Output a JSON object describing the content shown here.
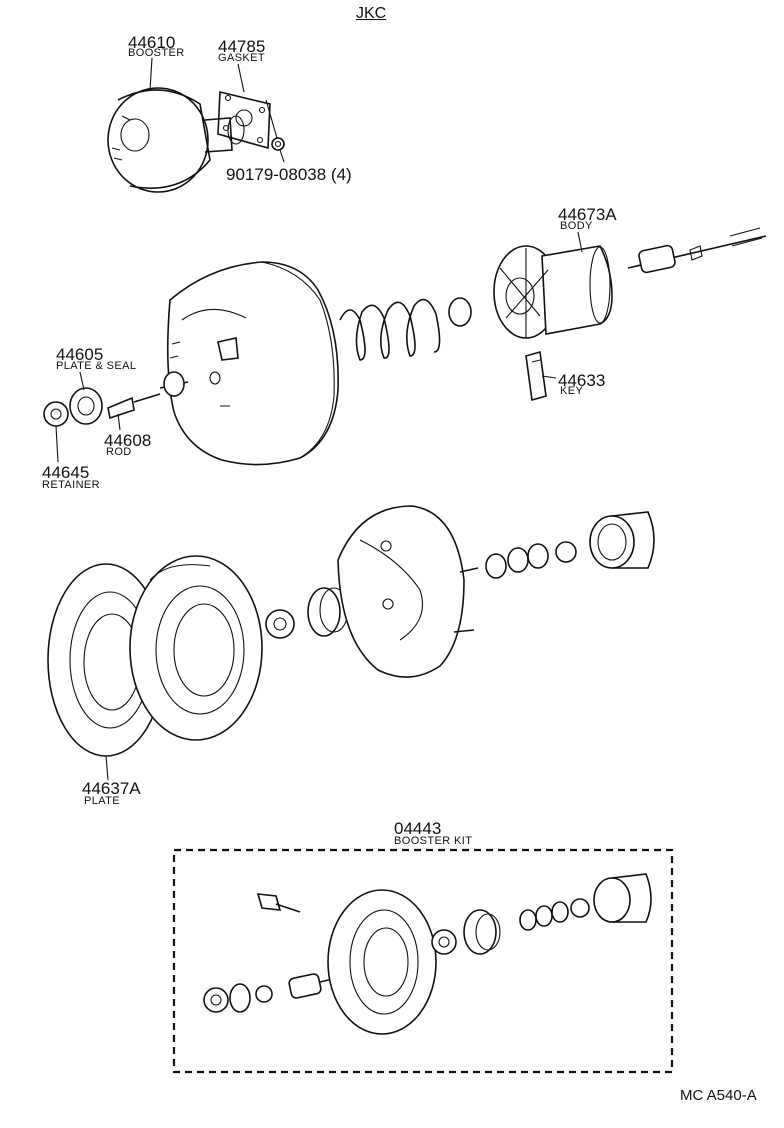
{
  "header": {
    "model": "JKC"
  },
  "callouts": [
    {
      "key": "booster",
      "number": "44610",
      "name": "BOOSTER"
    },
    {
      "key": "gasket",
      "number": "44785",
      "name": "GASKET"
    },
    {
      "key": "nut",
      "number": "90179-08038 (4)",
      "name": ""
    },
    {
      "key": "body",
      "number": "44673A",
      "name": "BODY"
    },
    {
      "key": "plate_seal",
      "number": "44605",
      "name": "PLATE & SEAL"
    },
    {
      "key": "key",
      "number": "44633",
      "name": "KEY"
    },
    {
      "key": "rod",
      "number": "44608",
      "name": "ROD"
    },
    {
      "key": "retainer",
      "number": "44645",
      "name": "RETAINER"
    },
    {
      "key": "plate",
      "number": "44637A",
      "name": "PLATE"
    },
    {
      "key": "booster_kit",
      "number": "04443",
      "name": "BOOSTER KIT"
    }
  ],
  "footer": {
    "drawing_code": "MC A540-A"
  }
}
